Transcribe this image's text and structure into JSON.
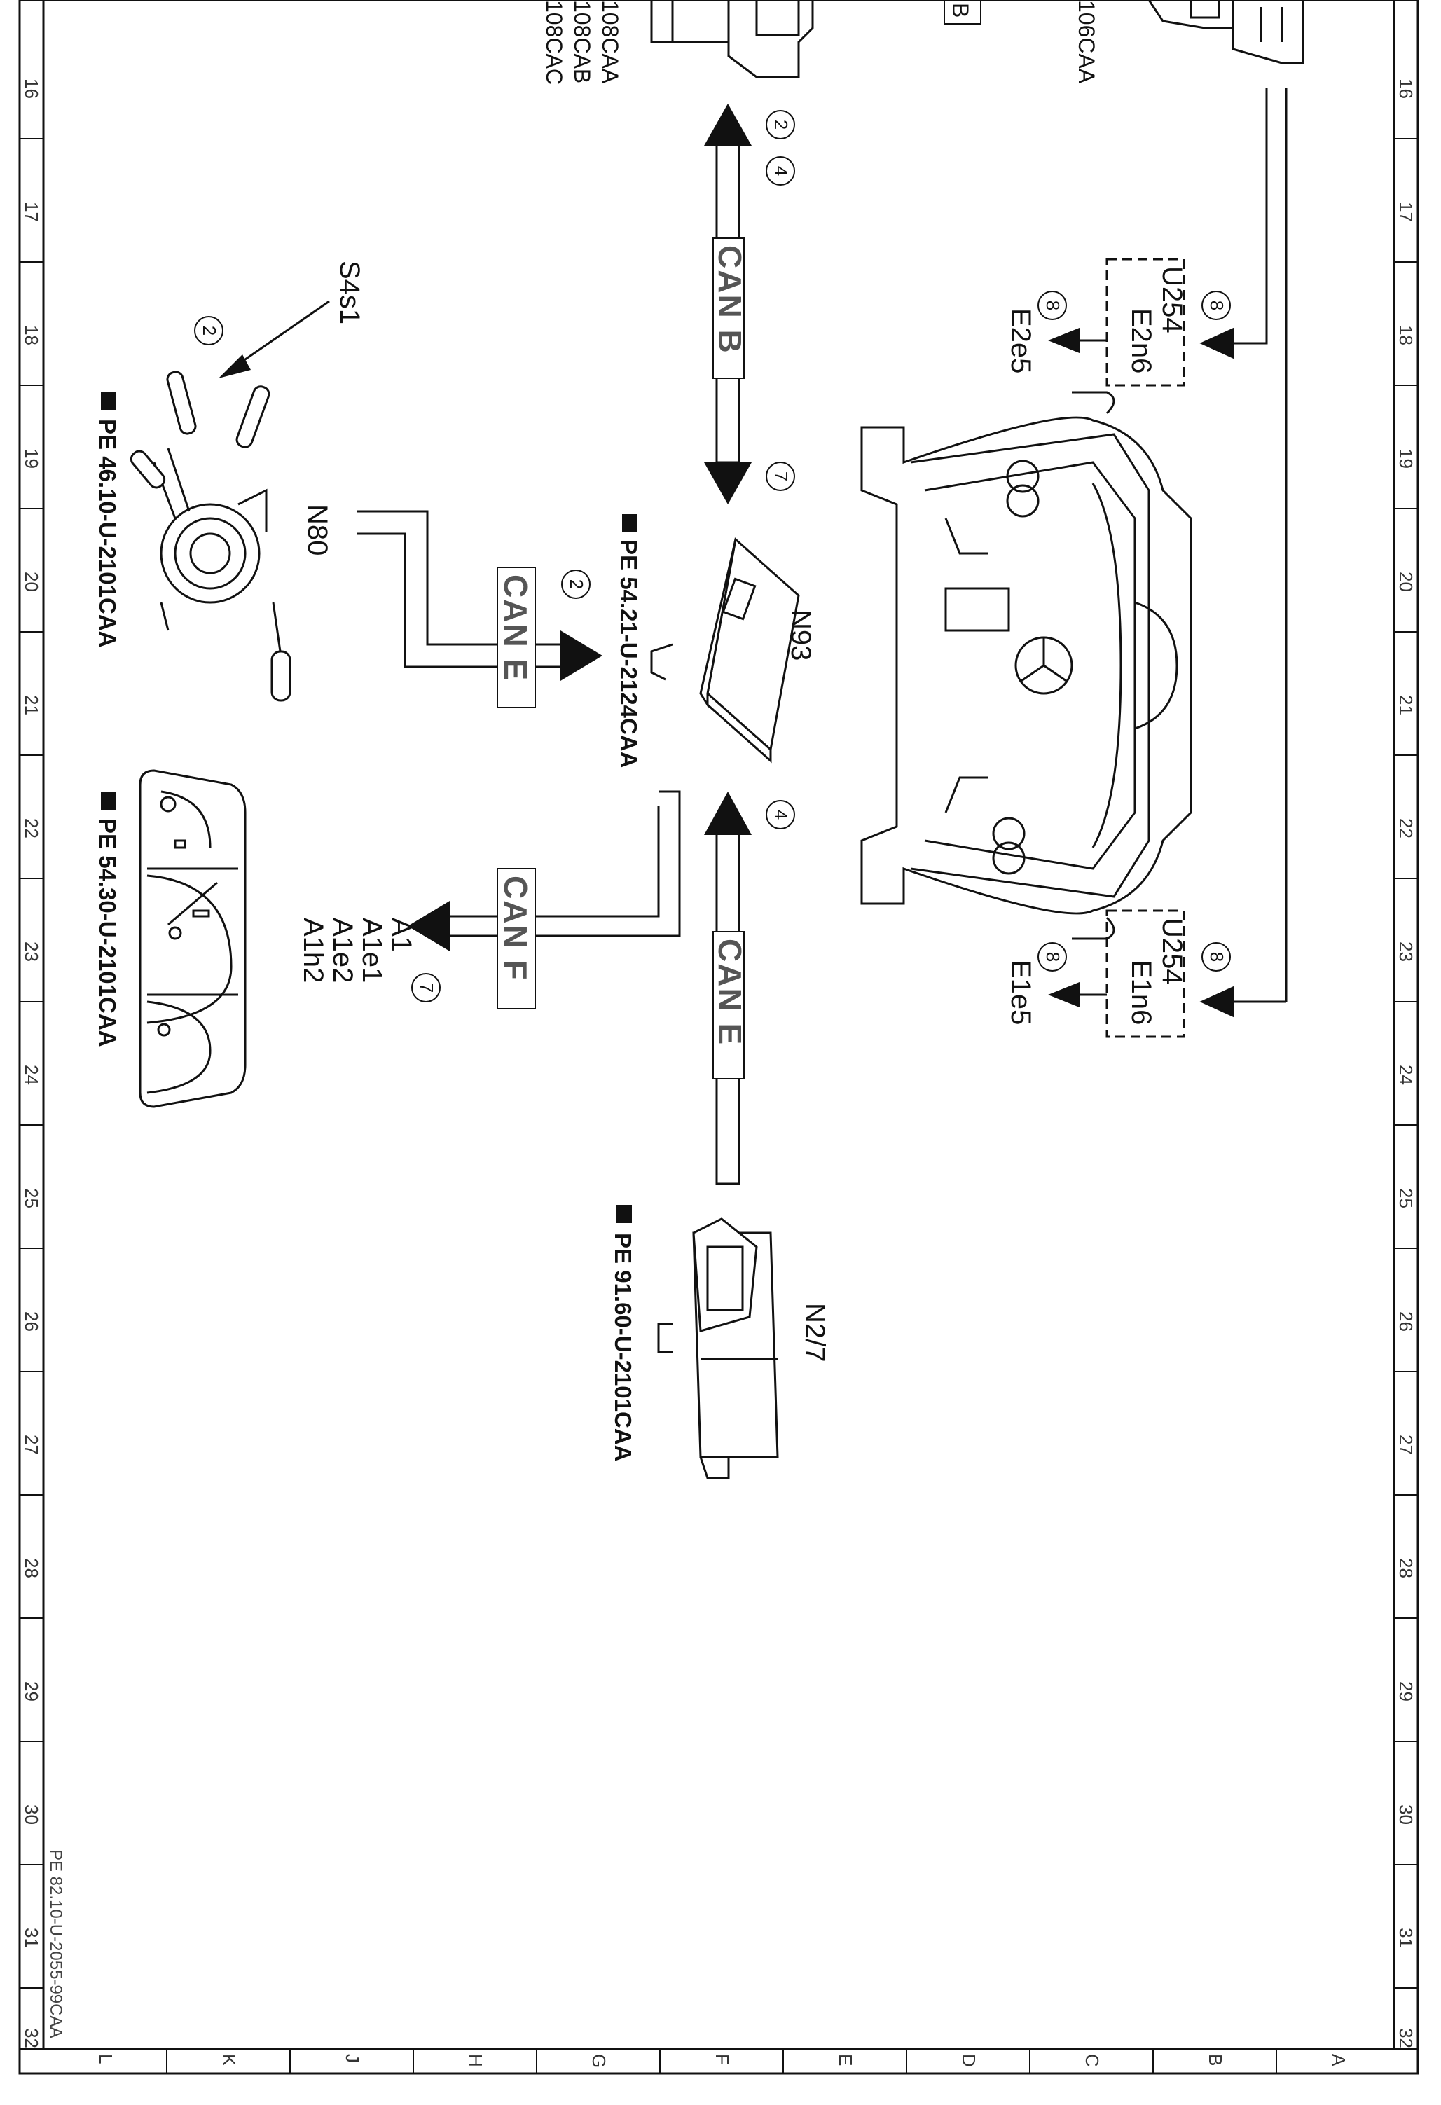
{
  "document": {
    "footer_ref": "PE 82.10-U-2055-99CAA"
  },
  "border": {
    "row_numbers": [
      "16",
      "17",
      "18",
      "19",
      "20",
      "21",
      "22",
      "23",
      "24",
      "25",
      "26",
      "27",
      "28",
      "29",
      "30",
      "31",
      "32"
    ],
    "column_letters": [
      "L",
      "K",
      "J",
      "H",
      "G",
      "F",
      "E",
      "D",
      "C",
      "B",
      "A"
    ]
  },
  "buses": {
    "can_b": "CAN B",
    "can_e_upper": "CAN E",
    "can_e_lower": "CAN E",
    "can_f": "CAN F"
  },
  "components": {
    "n93": {
      "id": "N93",
      "ref": "PE 54.21-U-2124CAA"
    },
    "n80": {
      "id": "N80",
      "switch": "S4s1",
      "ref": "PE 46.10-U-2101CAA"
    },
    "a1": {
      "id": "A1",
      "sub1": "A1e1",
      "sub2": "A1e2",
      "sub3": "A1h2",
      "ref": "PE 54.30-U-2101CAA"
    },
    "n2_7": {
      "id": "N2/7",
      "ref": "PE 91.60-U-2101CAA"
    },
    "u254_left": {
      "id": "U254",
      "sub": "E2n6",
      "out": "E2e5"
    },
    "u254_right": {
      "id": "U254",
      "sub": "E1n6",
      "out": "E1e5"
    }
  },
  "partial_labels": {
    "top_stack_1": "108CAA",
    "top_stack_2": "108CAB",
    "top_stack_3": "108CAC",
    "top_right": "106CAA",
    "boxed_letter": "B"
  },
  "circle_numbers": {
    "c2_top": "2",
    "c4_top": "4",
    "c7_mid": "7",
    "c2_can_e": "2",
    "c4_lower": "4",
    "c7_can_f": "7",
    "c2_s4s1": "2",
    "c8_left_a": "8",
    "c8_left_b": "8",
    "c8_right_a": "8",
    "c8_right_b": "8"
  }
}
